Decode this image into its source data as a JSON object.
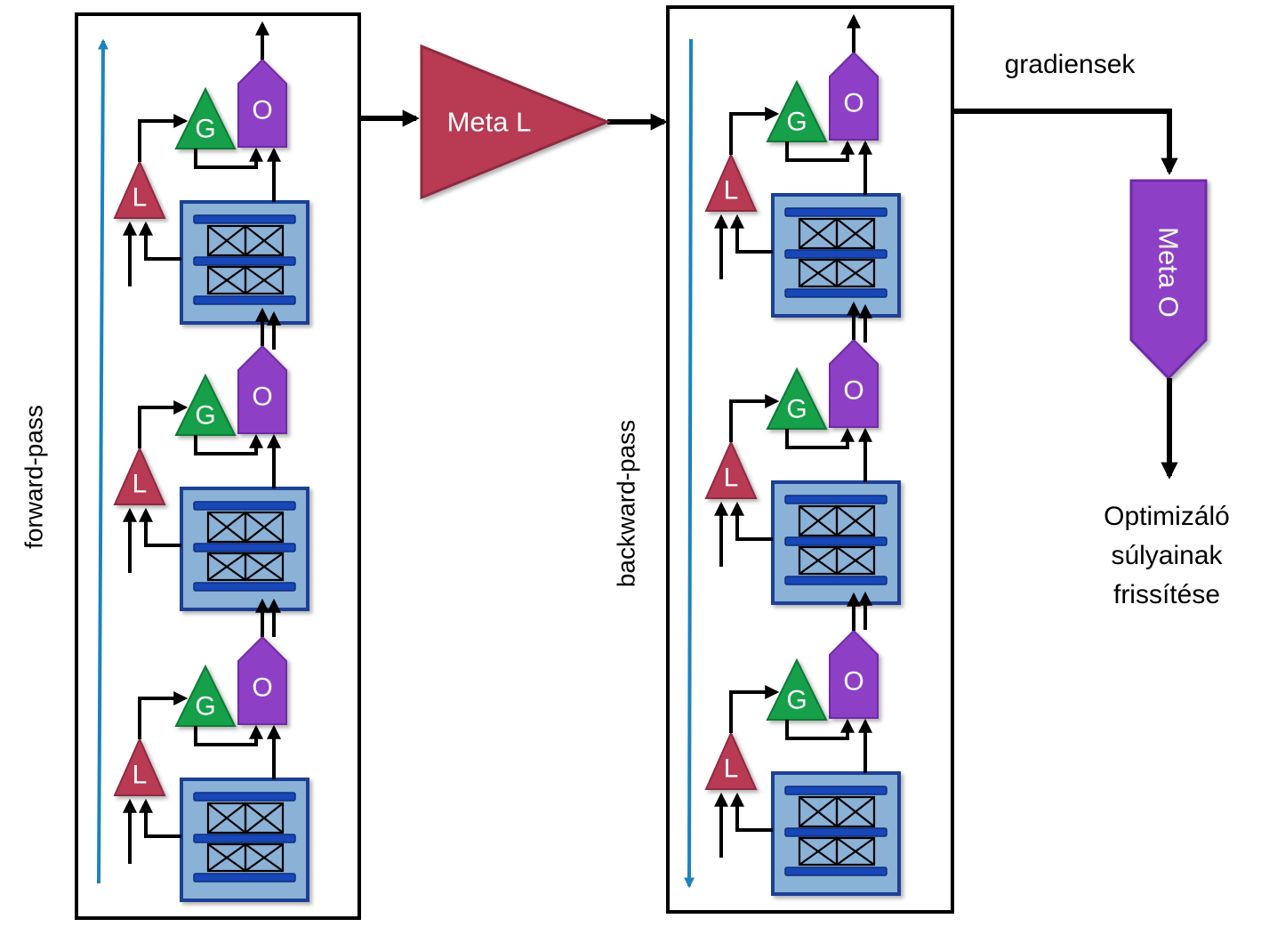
{
  "forward_label": "forward-pass",
  "backward_label": "backward-pass",
  "meta_l_label": "Meta L",
  "meta_o_label": "Meta O",
  "gradients_label": "gradiensek",
  "optimizer_update_lines": [
    "Optimizáló",
    "súlyainak",
    "frissítése"
  ],
  "block_labels": {
    "loss": "L",
    "gradient": "G",
    "optimizer": "O"
  },
  "colors": {
    "loss": "#b83a52",
    "gradient": "#17a04a",
    "optimizer": "#8d3fc6",
    "network_fill": "#8ab1d6",
    "network_border": "#1a3f96",
    "network_bar": "#1747b8",
    "flow_arrow": "#1a83c0",
    "line": "#000000"
  }
}
